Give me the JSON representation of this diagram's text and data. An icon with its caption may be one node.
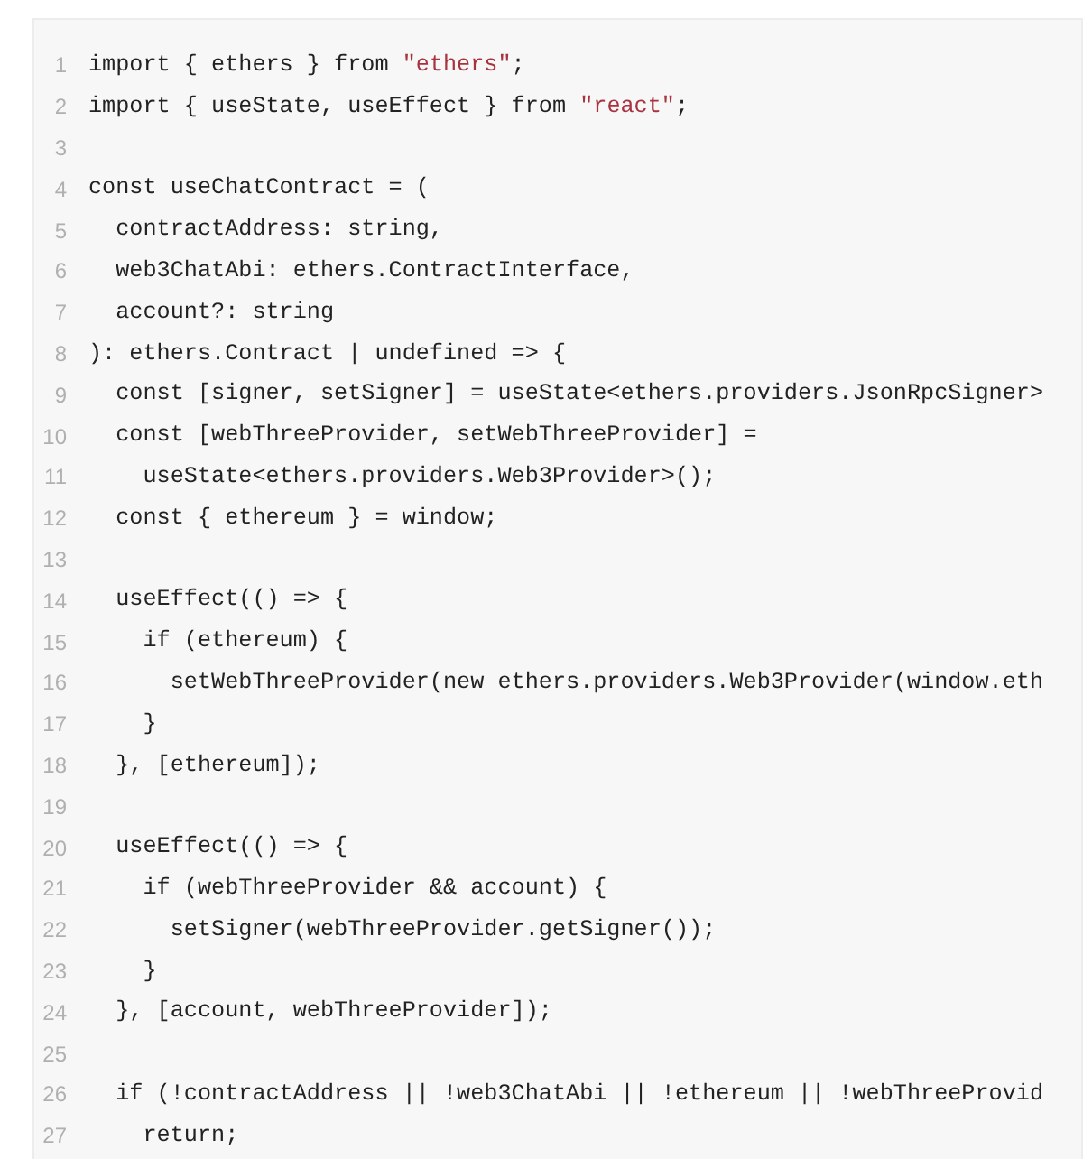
{
  "diagram": {
    "labels": [
      "1",
      "import { ethers } from \"ethers\";",
      "2",
      "import { useState, useEffect } from \"react\";",
      "3",
      "4",
      "const useChatContract = (",
      "5",
      "  contractAddress: string,",
      "6",
      "  web3ChatAbi: ethers.ContractInterface,",
      "7",
      "  account?: string",
      "8",
      "): ethers.Contract | undefined => {",
      "9",
      "  const [signer, setSigner] = useState<ethers.providers.JsonRpcSigner>",
      "10",
      "  const [webThreeProvider, setWebThreeProvider] =",
      "11",
      "    useState<ethers.providers.Web3Provider>();",
      "12",
      "  const { ethereum } = window;",
      "13",
      "14",
      "  useEffect(() => {",
      "15",
      "    if (ethereum) {",
      "16",
      "      setWebThreeProvider(new ethers.providers.Web3Provider(window.eth",
      "17",
      "    }",
      "18",
      "  }, [ethereum]);",
      "19",
      "20",
      "  useEffect(() => {",
      "21",
      "    if (webThreeProvider && account) {",
      "22",
      "      setSigner(webThreeProvider.getSigner());",
      "23",
      "    }",
      "24",
      "  }, [account, webThreeProvider]);",
      "25",
      "26",
      "  if (!contractAddress || !web3ChatAbi || !ethereum || !webThreeProvid",
      "27",
      "    return;"
    ]
  }
}
